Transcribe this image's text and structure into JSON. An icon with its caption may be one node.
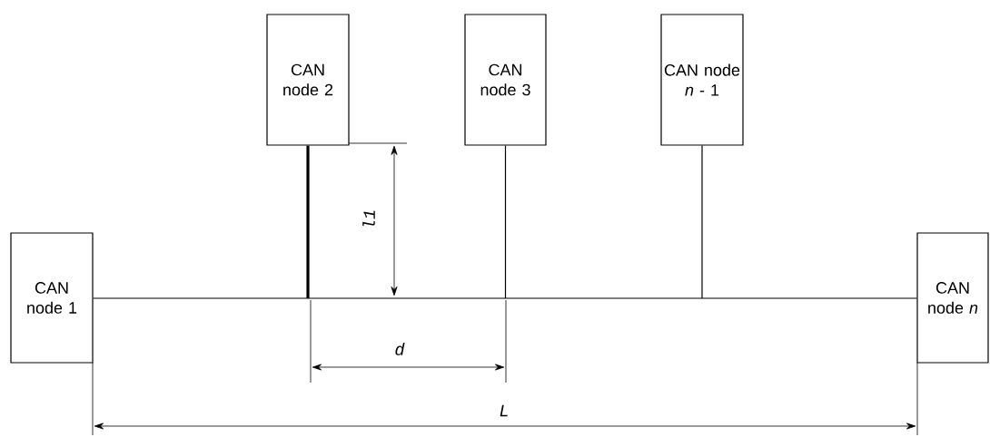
{
  "diagram": {
    "nodes": [
      {
        "text": [
          "CAN node 1"
        ]
      },
      {
        "text": [
          "CAN node 2"
        ]
      },
      {
        "text": [
          "CAN node 3"
        ]
      },
      {
        "text": [
          "CAN node *n* - 1"
        ]
      },
      {
        "text": [
          "CAN node *n*"
        ]
      }
    ],
    "edges": [
      {
        "from": 0,
        "to": 4,
        "arrow": "none"
      },
      {
        "from": 1,
        "to": null,
        "arrow": "none",
        "style": "thick"
      },
      {
        "from": 2,
        "to": null,
        "arrow": "none"
      },
      {
        "from": 3,
        "to": null,
        "arrow": "none"
      }
    ],
    "labels": [
      "l1",
      "d",
      "L"
    ]
  }
}
